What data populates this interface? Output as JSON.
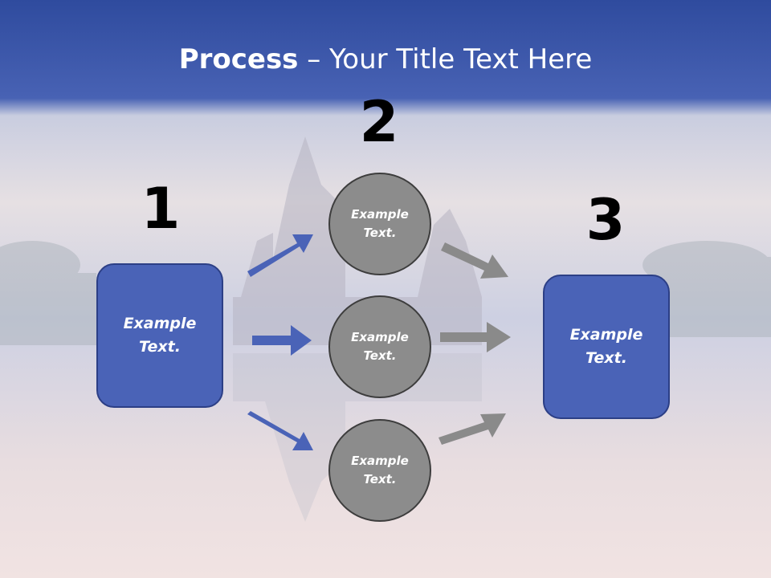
{
  "slide": {
    "title_bold": "Process",
    "title_rest": " – Your Title Text Here"
  },
  "steps": {
    "num1": "1",
    "num2": "2",
    "num3": "3"
  },
  "left_box": {
    "text1": "Example",
    "text2": "Text."
  },
  "right_box": {
    "text1": "Example",
    "text2": "Text."
  },
  "circles": [
    {
      "text1": "Example",
      "text2": "Text."
    },
    {
      "text1": "Example",
      "text2": "Text."
    },
    {
      "text1": "Example",
      "text2": "Text."
    }
  ],
  "colors": {
    "box_fill": "#4a63b7",
    "circle_fill": "#8c8c8c",
    "blue_arrow": "#4a63b7",
    "gray_arrow": "#8a8a8a",
    "header_blue": "#3f5aa8"
  }
}
